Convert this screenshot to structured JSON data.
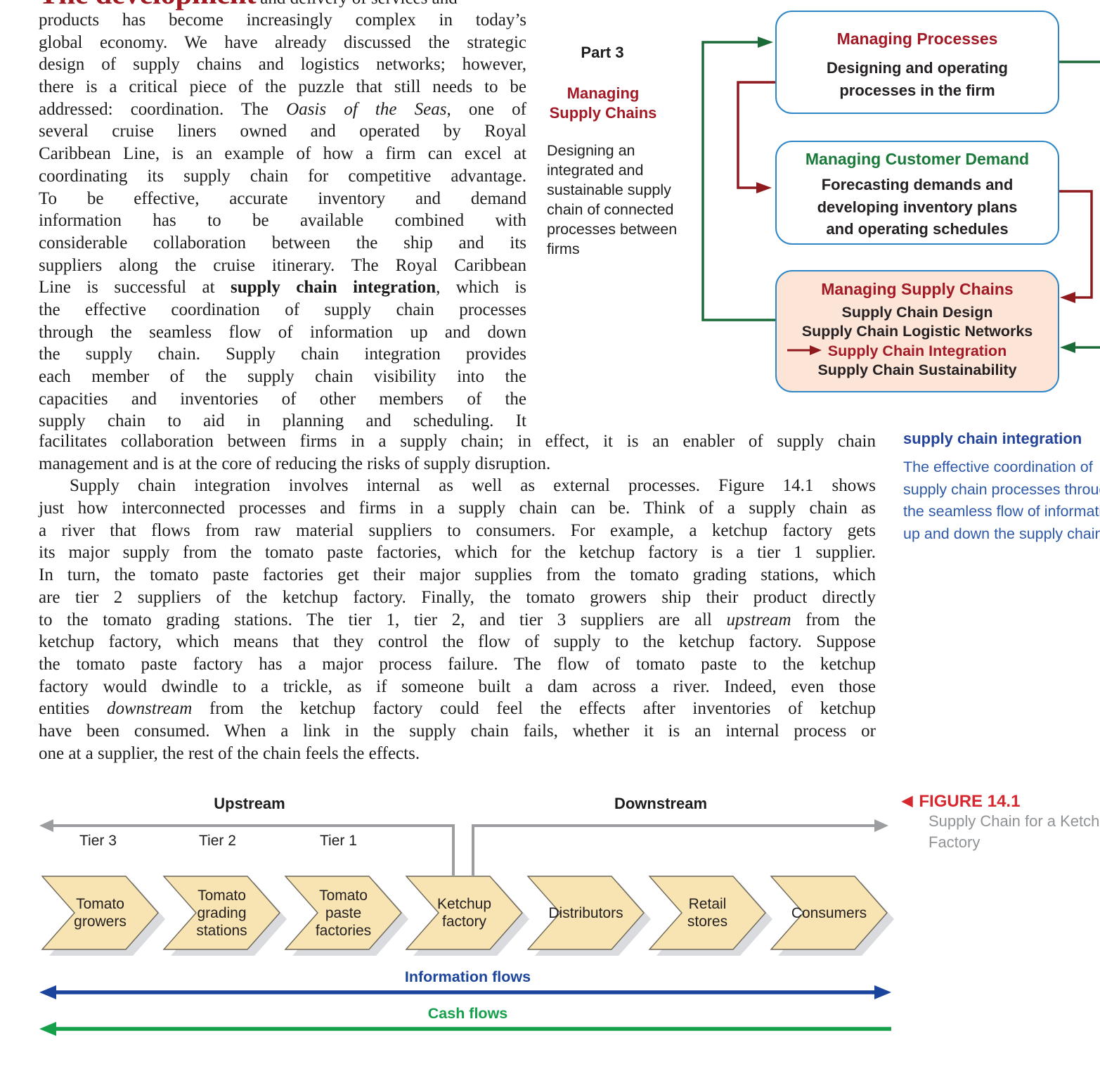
{
  "document": {
    "opening": {
      "lead": "The development",
      "line1_rest": " and delivery of services and",
      "para1_lines": [
        "products has become increasingly complex in today’s",
        "global economy. We have already discussed the strategic",
        "design of supply chains and logistics networks; however,",
        "there is a critical piece of the puzzle that still needs to be",
        {
          "segs": [
            {
              "t": "addressed: coordination. The "
            },
            {
              "t": "Oasis of the Seas",
              "i": true
            },
            {
              "t": ", one of"
            }
          ]
        },
        "several cruise liners owned and operated by Royal",
        "Caribbean Line, is an example of how a firm can excel at",
        "coordinating its supply chain for competitive advantage.",
        "To be effective, accurate inventory and demand",
        "information has to be available combined with",
        "considerable collaboration between the ship and its",
        "suppliers along the cruise itinerary. The Royal Caribbean",
        {
          "segs": [
            {
              "t": "Line is successful at "
            },
            {
              "t": "supply chain integration",
              "b": true
            },
            {
              "t": ", which is"
            }
          ]
        },
        "the effective coordination of supply chain processes",
        "through the seamless flow of information up and down",
        "the supply chain. Supply chain integration provides",
        "each member of the supply chain visibility into the",
        "capacities and inventories of other members of the",
        "supply chain to aid in planning and scheduling. It"
      ],
      "para2_lines": [
        "facilitates collaboration between firms in a supply chain; in effect, it is an enabler of supply chain",
        {
          "cls": "pl",
          "segs": [
            {
              "t": "management and is at the core of reducing the risks of supply disruption."
            }
          ]
        },
        {
          "cls": "indent",
          "segs": [
            {
              "t": "Supply chain integration involves internal as well as external processes. Figure 14.1 shows"
            }
          ]
        },
        "just how interconnected processes and firms in a supply chain can be. Think of a supply chain as",
        "a river that flows from raw material suppliers to consumers. For example, a ketchup factory gets",
        "its major supply from the tomato paste factories, which for the ketchup factory is a tier 1 supplier.",
        "In turn, the tomato paste factories get their major supplies from the tomato grading stations, which",
        "are tier 2 suppliers of the ketchup factory. Finally, the tomato growers ship their product directly",
        {
          "segs": [
            {
              "t": "to the tomato grading stations. The tier 1, tier 2, and tier 3 suppliers are all "
            },
            {
              "t": "upstream",
              "i": true
            },
            {
              "t": " from the"
            }
          ]
        },
        "ketchup factory, which means that they control the flow of supply to the ketchup factory. Suppose",
        "the tomato paste factory has a major process failure. The flow of tomato paste to the ketchup",
        "factory would dwindle to a trickle, as if someone built a dam across a river. Indeed, even those",
        {
          "segs": [
            {
              "t": "entities "
            },
            {
              "t": "downstream",
              "i": true
            },
            {
              "t": " from the ketchup factory could feel the effects after inventories of ketchup"
            }
          ]
        },
        "have been consumed. When a link in the supply chain fails, whether it is an internal process or",
        {
          "cls": "pl",
          "segs": [
            {
              "t": "one at a supplier, the rest of the chain feels the effects."
            }
          ]
        }
      ]
    },
    "sidebar": {
      "part": "Part 3",
      "title_lines": [
        "Managing",
        "Supply Chains"
      ],
      "description_lines": [
        "Designing an",
        "integrated and",
        "sustainable supply",
        "chain of connected",
        "processes between",
        "firms"
      ]
    },
    "process_diagram": {
      "boxes": [
        {
          "title": "Managing Processes",
          "body_lines": [
            "Designing and operating",
            "processes in the firm"
          ]
        },
        {
          "title": "Managing Customer Demand",
          "body_lines": [
            "Forecasting demands and",
            "developing inventory plans",
            "and operating schedules"
          ]
        },
        {
          "title": "Managing Supply Chains",
          "items": [
            "Supply Chain Design",
            "Supply Chain Logistic Networks",
            "Supply Chain Integration",
            "Supply Chain Sustainability"
          ],
          "highlighted_item": "Supply Chain Integration"
        }
      ]
    },
    "margin_note": {
      "term": "supply chain integration",
      "definition_lines": [
        "The effective coordination of",
        "supply chain processes through",
        "the seamless flow of information",
        "up and down the supply chain"
      ]
    },
    "figure": {
      "figure_label": "FIGURE 14.1",
      "pointer_glyph": "◀",
      "caption_lines": [
        "Supply Chain for a Ketchup",
        "Factory"
      ],
      "upstream_label": "Upstream",
      "downstream_label": "Downstream",
      "tiers": [
        "Tier 3",
        "Tier 2",
        "Tier 1"
      ],
      "chain": [
        {
          "name": "Tomato growers",
          "lines": [
            "Tomato",
            "growers"
          ]
        },
        {
          "name": "Tomato grading stations",
          "lines": [
            "Tomato",
            "grading",
            "stations"
          ]
        },
        {
          "name": "Tomato paste factories",
          "lines": [
            "Tomato",
            "paste",
            "factories"
          ]
        },
        {
          "name": "Ketchup factory",
          "lines": [
            "Ketchup",
            "factory"
          ]
        },
        {
          "name": "Distributors",
          "lines": [
            "Distributors"
          ]
        },
        {
          "name": "Retail stores",
          "lines": [
            "Retail",
            "stores"
          ]
        },
        {
          "name": "Consumers",
          "lines": [
            "Consumers"
          ]
        }
      ],
      "information_flow_label": "Information flows",
      "cash_flow_label": "Cash flows"
    },
    "colors": {
      "lead_maroon": "#9e1b24",
      "box_title_maroon": "#a31a27",
      "box_title_green": "#1a7a3a",
      "connector_red": "#8f1a1e",
      "connector_green": "#1a6b38",
      "box_border_blue": "#2f86c6",
      "box3_fill_pink": "#fce4d7",
      "margin_note_blue": "#2e59a8",
      "figure_ref_red": "#d7282f",
      "caption_gray": "#909396",
      "info_flow_blue": "#1b449c",
      "cash_flow_green": "#16a04c",
      "chevron_fill": "#f8e4b2",
      "figure_arrow_gray": "#9b9da0"
    }
  }
}
